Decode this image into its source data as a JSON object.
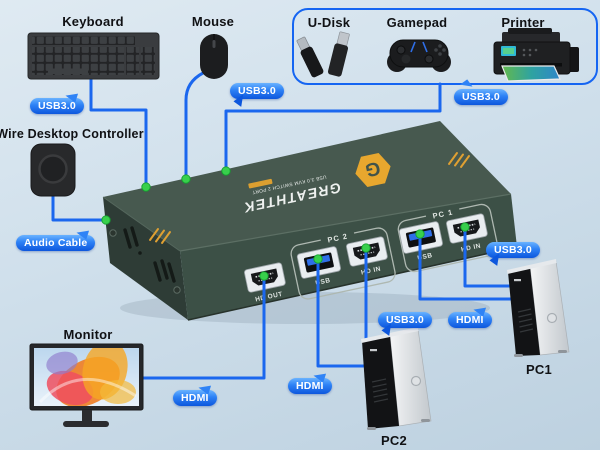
{
  "scene": {
    "description": "USB 3.0 KVM switch 2-port connection diagram"
  },
  "labels": {
    "keyboard": "Keyboard",
    "mouse": "Mouse",
    "udisk": "U-Disk",
    "gamepad": "Gamepad",
    "printer": "Printer",
    "controller": "Wire Desktop Controller",
    "monitor": "Monitor",
    "pc1": "PC1",
    "pc2": "PC2"
  },
  "bubbles": {
    "keyboard_usb": "USB3.0",
    "mouse_usb": "USB3.0",
    "peripherals_usb": "USB3.0",
    "audio": "Audio Cable",
    "monitor_hdmi": "HDMI",
    "pc2_hdmi": "HDMI",
    "pc2_usb": "USB3.0",
    "pc1_hdmi": "HDMI",
    "pc1_usb": "USB3.0"
  },
  "device": {
    "brand": "GREATHTEK",
    "model": "USB 3.0 KVM SWITCH 2 PORT",
    "ports": {
      "hd_out": "HD OUT",
      "usb": "USB",
      "hd_in": "HD IN"
    },
    "groups": {
      "pc1": "PC 1",
      "pc2": "PC 2"
    }
  },
  "colors": {
    "background_top": "#dfeaf2",
    "background_bottom": "#bdd1e0",
    "cable_blue": "#1b67ee",
    "bubble_blue": "#2f83f6",
    "connector_green": "#38d04c",
    "device_top": "#47594f",
    "device_front": "#3c5046",
    "device_side": "#2e3c36",
    "accent_gold": "#e2a42f"
  }
}
